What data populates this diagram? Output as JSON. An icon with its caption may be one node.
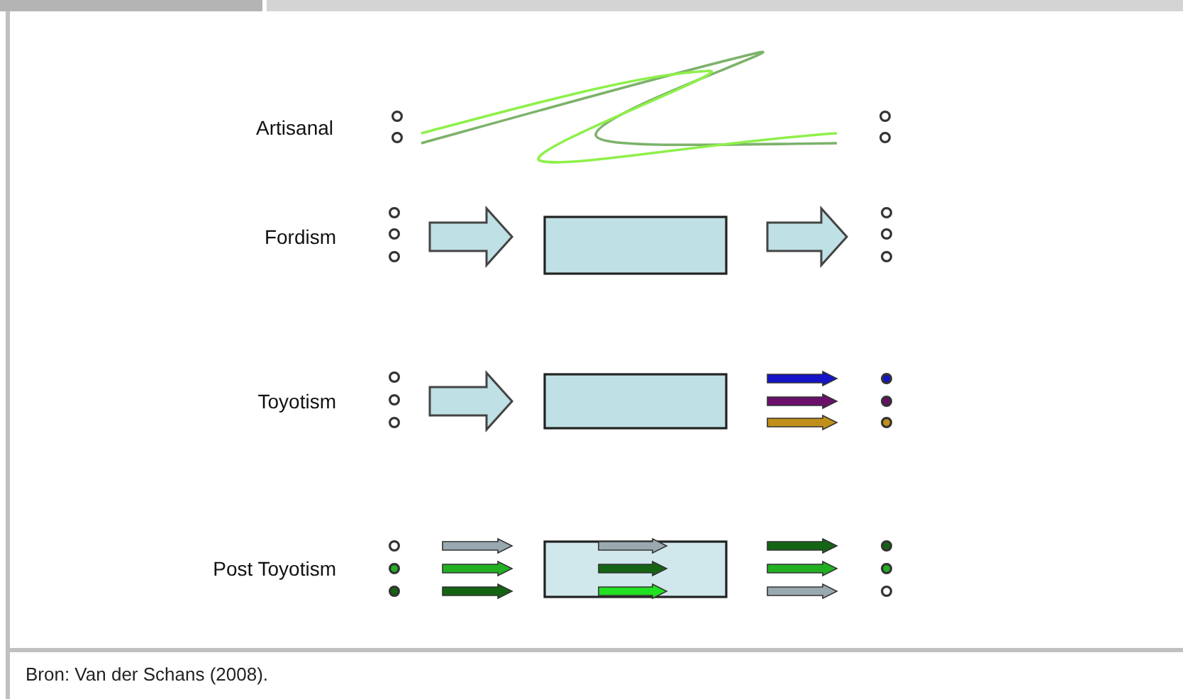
{
  "diagram": {
    "caption": "Bron: Van der Schans (2008).",
    "labels": [
      "Artisanal",
      "Fordism",
      "Toyotism",
      "Post Toyotism"
    ]
  }
}
